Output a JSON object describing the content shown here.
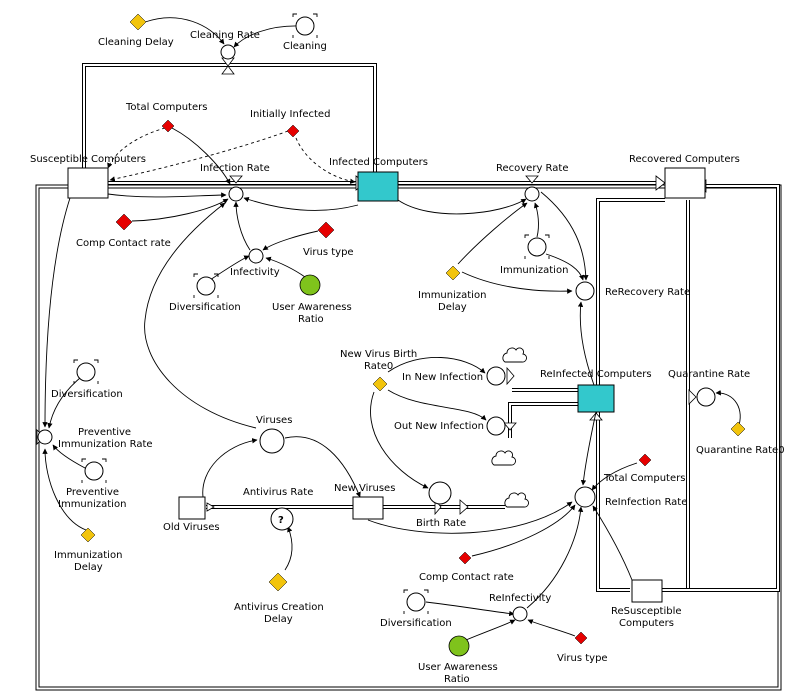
{
  "stocks": {
    "susceptible": "Susceptible Computers",
    "infected": "Infected Computers",
    "recovered": "Recovered Computers",
    "reinfected": "ReInfected Computers",
    "resusceptible": "ReSusceptible\nComputers",
    "viruses": "Viruses",
    "old_viruses": "Old Viruses",
    "new_viruses": "New Viruses"
  },
  "variables": {
    "cleaning_delay": "Cleaning Delay",
    "cleaning_rate": "Cleaning Rate",
    "cleaning": "Cleaning",
    "total_computers": "Total Computers",
    "initially_infected": "Initially Infected",
    "infection_rate": "Infection Rate",
    "recovery_rate": "Recovery Rate",
    "comp_contact_rate": "Comp Contact rate",
    "virus_type": "Virus type",
    "infectivity": "Infectivity",
    "diversification": "Diversification",
    "user_awareness_ratio": "User Awareness\nRatio",
    "immunization": "Immunization",
    "immunization_delay": "Immunization\nDelay",
    "rerecovery_rate": "ReRecovery Rate",
    "new_virus_birth_rate": "New Virus Birth\nRate0",
    "in_new_infection": "In New Infection",
    "out_new_infection": "Out New Infection",
    "quarantine_rate": "Quarantine Rate",
    "quarantine_rate0": "Quarantine Rate0",
    "diversification_left": "Diversification",
    "preventive_immunization_rate": "Preventive\nImmunization Rate",
    "preventive_immunization": "Preventive\nImmunization",
    "immunization_delay_left": "Immunization\nDelay",
    "antivirus_rate": "Antivirus Rate",
    "birth_rate": "Birth Rate",
    "total_computers_right": "Total Computers",
    "reinfection_rate": "ReInfection Rate",
    "comp_contact_rate_bottom": "Comp Contact rate",
    "antivirus_creation_delay": "Antivirus Creation\nDelay",
    "diversification_bottom": "Diversification",
    "reinfectivity": "ReInfectivity",
    "virus_type_bottom": "Virus type",
    "user_awareness_ratio_bottom": "User Awareness\nRatio",
    "unknown_marker": "?"
  },
  "colors": {
    "cyan_stock": "#33c8cc",
    "red_diamond": "#e60000",
    "yellow_diamond": "#f2c40c",
    "green_circle": "#7fc31c"
  },
  "icons": [
    "cloud-icon",
    "valve-icon",
    "diamond-icon",
    "circle-icon"
  ]
}
